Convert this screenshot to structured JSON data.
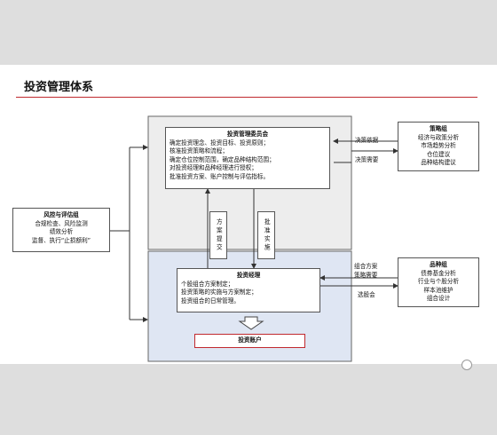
{
  "title": "投资管理体系",
  "committee": {
    "heading": "投资管理委员会",
    "lines": [
      "确定投资理念、投资目标、投资原则；",
      "核准投资策略和流程；",
      "确定仓位控制范围，确定品种结构范围；",
      "对投资经理和品种经理进行授权；",
      "批准投资方案、账户控制与评估指标。"
    ]
  },
  "risk": {
    "heading": "风控与评估组",
    "lines": [
      "合规检查、风险监测",
      "绩效分析",
      "监督、执行“止损额利”"
    ]
  },
  "strategy": {
    "heading": "策略组",
    "lines": [
      "经济与政策分析",
      "市场趋势分析",
      "仓位建议",
      "品种结构建议"
    ]
  },
  "variety": {
    "heading": "品种组",
    "lines": [
      "债券基金分析",
      "行业与个股分析",
      "样本池维护",
      "组合设计"
    ]
  },
  "manager": {
    "heading": "投资经理",
    "lines": [
      "个股组合方案制定；",
      "投资策略的实施与方案制定；",
      "投资组合的日常管理。"
    ]
  },
  "account": {
    "label": "投资账户"
  },
  "vertical_labels": {
    "submit": "方案提交",
    "approve": "批准实施"
  },
  "arrow_labels": {
    "decision_basis": "决策依据",
    "decision_needs": "决策需要",
    "portfolio_plan": "组合方案",
    "strategy_needs": "策略需要",
    "stock_pool": "选股会"
  }
}
